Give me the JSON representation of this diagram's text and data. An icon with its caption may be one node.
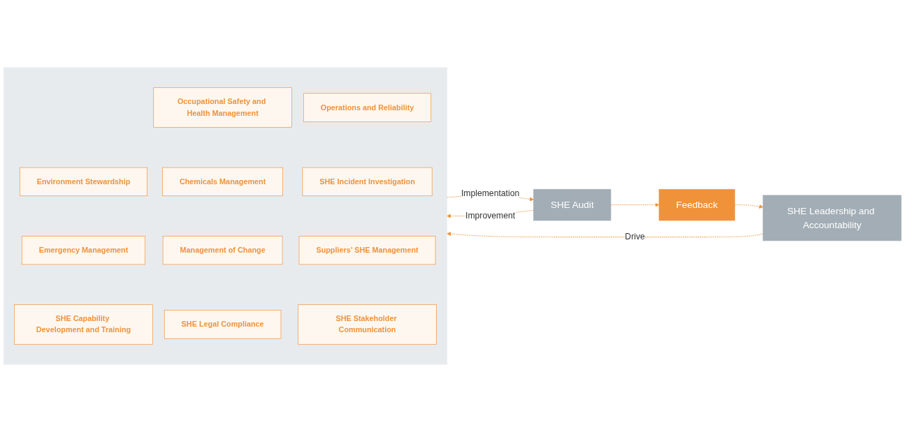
{
  "diagram": {
    "nodes": [
      {
        "text": [
          "SHE Leadership and Accountability"
        ]
      },
      {
        "text": [],
        "shape": "box"
      },
      {
        "text": [
          "Occupational Safety and Health Management"
        ],
        "in": 1
      },
      {
        "text": [
          "Operations and Reliability"
        ],
        "in": 1
      },
      {
        "text": [
          "Environment Stewardship"
        ],
        "in": 1
      },
      {
        "text": [
          "Chemicals Management"
        ],
        "in": 1
      },
      {
        "text": [
          "SHE Incident Investigation"
        ],
        "in": 1
      },
      {
        "text": [
          "Emergency Management"
        ],
        "in": 1
      },
      {
        "text": [
          "Management of Change"
        ],
        "in": 1
      },
      {
        "text": [
          "Suppliers’ SHE Management"
        ],
        "in": 1
      },
      {
        "text": [
          "SHE Capability Development and Training"
        ],
        "in": 1
      },
      {
        "text": [
          "SHE Legal Compliance"
        ],
        "in": 1
      },
      {
        "text": [
          "SHE Stakeholder Communication"
        ],
        "in": 1
      },
      {
        "text": [
          "SHE Audit"
        ]
      },
      {
        "text": [
          "Feedback"
        ]
      }
    ],
    "edges": [
      {
        "from": 0,
        "to": 1,
        "arrow": "to",
        "label": "Drive",
        "style": "dashed"
      },
      {
        "from": 1,
        "to": 13,
        "arrow": "to",
        "label": "Implementation",
        "style": "dashed"
      },
      {
        "from": 13,
        "to": 1,
        "arrow": "to",
        "label": "Improvement",
        "style": "dashed"
      },
      {
        "from": 13,
        "to": 14,
        "arrow": "to",
        "style": "dashed"
      },
      {
        "from": 14,
        "to": 0,
        "arrow": "to",
        "style": "dashed"
      }
    ]
  }
}
